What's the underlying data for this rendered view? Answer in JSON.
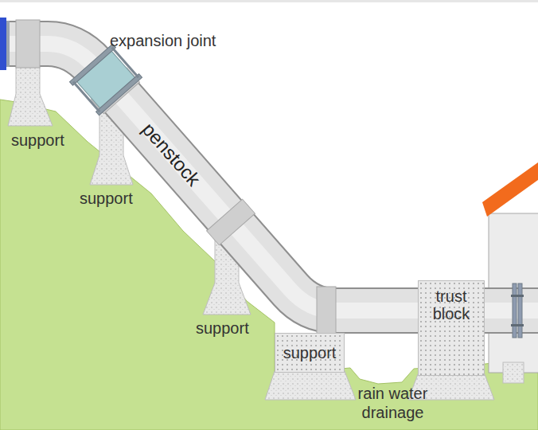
{
  "diagram": {
    "nodes": [
      {
        "text": [
          "support"
        ]
      },
      {
        "text": [
          "trust block"
        ]
      }
    ],
    "labels": [
      "expansion joint",
      "support",
      "support",
      "penstock",
      "support",
      "rain water drainage"
    ]
  }
}
